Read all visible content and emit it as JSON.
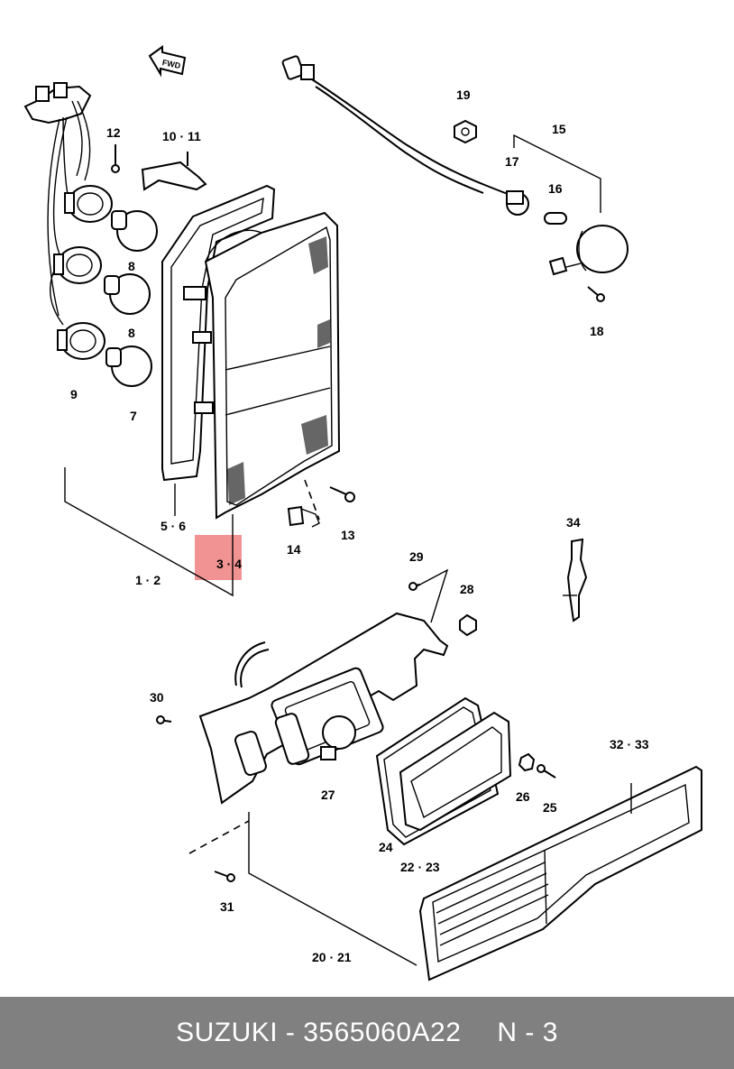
{
  "diagram": {
    "direction_marker": "FWD",
    "labels": [
      {
        "id": "l12",
        "text": "12"
      },
      {
        "id": "l1011",
        "text": "10 · 11"
      },
      {
        "id": "l8a",
        "text": "8"
      },
      {
        "id": "l8b",
        "text": "8"
      },
      {
        "id": "l9",
        "text": "9"
      },
      {
        "id": "l7",
        "text": "7"
      },
      {
        "id": "l56",
        "text": "5 · 6"
      },
      {
        "id": "l12b",
        "text": "1 · 2"
      },
      {
        "id": "l34",
        "text": "3 · 4"
      },
      {
        "id": "l14",
        "text": "14"
      },
      {
        "id": "l13",
        "text": "13"
      },
      {
        "id": "l19",
        "text": "19"
      },
      {
        "id": "l15",
        "text": "15"
      },
      {
        "id": "l17",
        "text": "17"
      },
      {
        "id": "l16",
        "text": "16"
      },
      {
        "id": "l18",
        "text": "18"
      },
      {
        "id": "l34b",
        "text": "34"
      },
      {
        "id": "l29",
        "text": "29"
      },
      {
        "id": "l28",
        "text": "28"
      },
      {
        "id": "l30",
        "text": "30"
      },
      {
        "id": "l27",
        "text": "27"
      },
      {
        "id": "l24",
        "text": "24"
      },
      {
        "id": "l2223",
        "text": "22 · 23"
      },
      {
        "id": "l26",
        "text": "26"
      },
      {
        "id": "l25",
        "text": "25"
      },
      {
        "id": "l3233",
        "text": "32 · 33"
      },
      {
        "id": "l31",
        "text": "31"
      },
      {
        "id": "l2021",
        "text": "20 · 21"
      }
    ],
    "highlight_color": "#f08080"
  },
  "footer": {
    "brand_part": "SUZUKI - 3565060A22",
    "page": "N - 3"
  }
}
